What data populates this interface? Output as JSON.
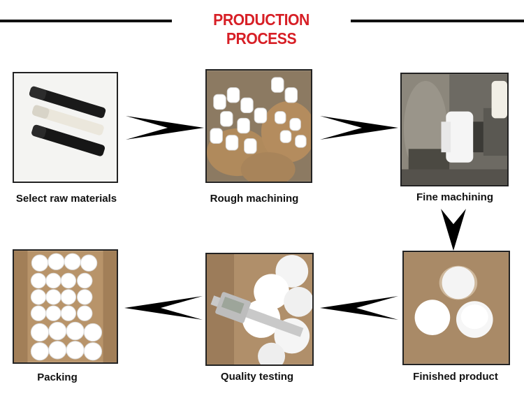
{
  "header": {
    "title": "PRODUCTION PROCESS"
  },
  "steps": [
    {
      "label": "Select raw materials"
    },
    {
      "label": "Rough machining"
    },
    {
      "label": "Fine machining"
    },
    {
      "label": "Finished product"
    },
    {
      "label": "Quality testing"
    },
    {
      "label": "Packing"
    }
  ],
  "colors": {
    "title": "#d71f26",
    "lines": "#111111"
  }
}
